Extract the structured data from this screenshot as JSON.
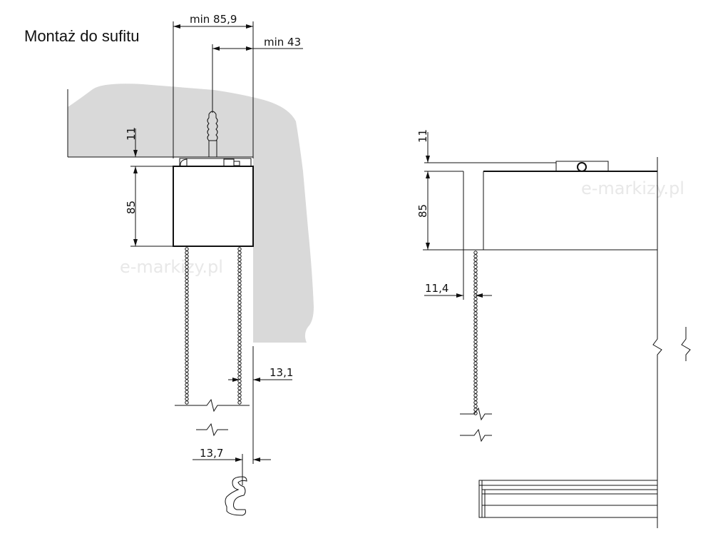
{
  "title": "Montaż do sufitu",
  "watermark": "e-markizy.pl",
  "colors": {
    "ceiling": "#d9d9d9",
    "line": "#111111"
  },
  "left_view": {
    "width_min": "min 85,9",
    "bolt_offset_min": "min 43",
    "bracket_height": "11",
    "box_height": "85",
    "chain_offset": "13,1",
    "bottom_bar_offset": "13,7"
  },
  "right_view": {
    "bracket_height": "11",
    "box_height": "85",
    "chain_offset": "11,4"
  }
}
